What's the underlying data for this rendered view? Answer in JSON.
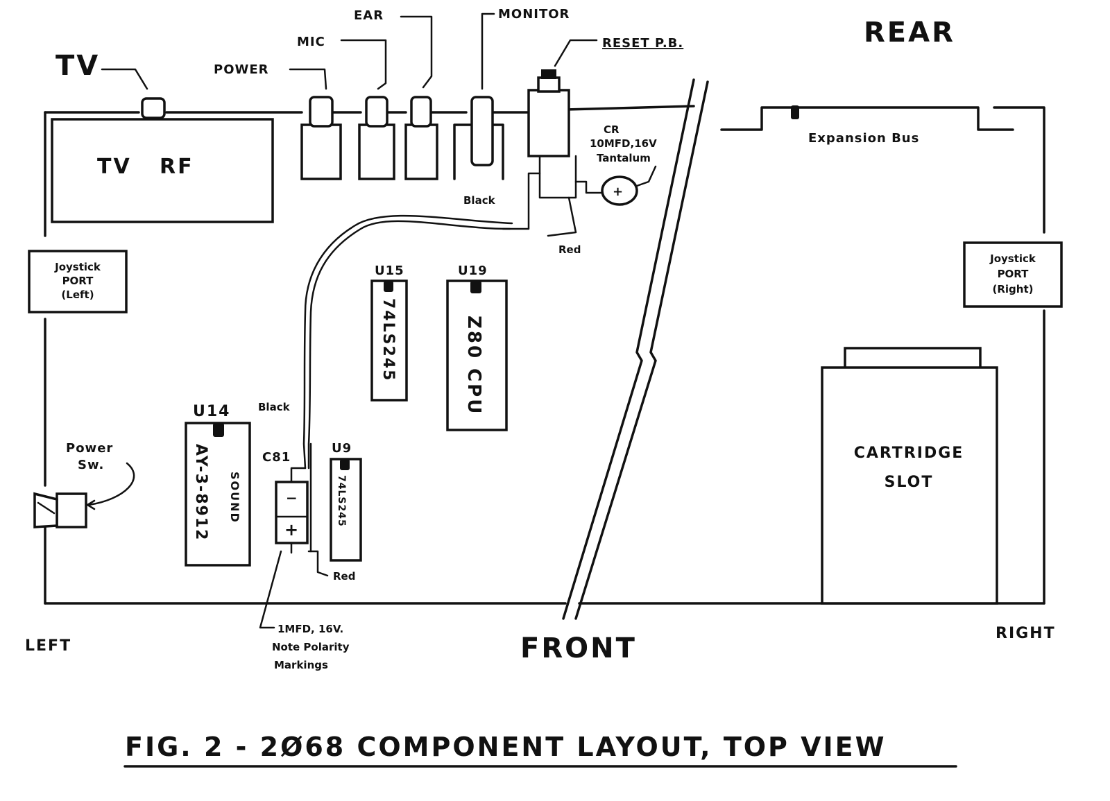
{
  "caption": "FIG. 2 - 2Ø68 COMPONENT LAYOUT, TOP VIEW",
  "orientation": {
    "rear": "REAR",
    "front": "FRONT",
    "left": "LEFT",
    "right": "RIGHT"
  },
  "connectors": {
    "tv": "TV",
    "power": "POWER",
    "mic": "MIC",
    "ear": "EAR",
    "monitor": "MONITOR",
    "reset": "RESET P.B."
  },
  "components": {
    "tv_rf": "TV   RF",
    "expansion_bus": "Expansion Bus",
    "joystick_left": [
      "Joystick",
      "PORT",
      "(Left)"
    ],
    "joystick_right": [
      "Joystick",
      "PORT",
      "(Right)"
    ],
    "cartridge_slot": [
      "CARTRIDGE",
      "SLOT"
    ],
    "power_switch": [
      "Power",
      "Sw."
    ],
    "u15": {
      "ref": "U15",
      "part": "74LS245"
    },
    "u19": {
      "ref": "U19",
      "part": "Z80 CPU"
    },
    "u14": {
      "ref": "U14",
      "part": "AY-3-8912",
      "function": "SOUND"
    },
    "u9": {
      "ref": "U9",
      "part": "74LS245"
    },
    "c81": "C81"
  },
  "annotations": {
    "cr_cap": [
      "CR",
      "10MFD,16V",
      "Tantalum"
    ],
    "black_top": "Black",
    "red_top": "Red",
    "black_bottom": "Black",
    "red_bottom": "Red",
    "c81_minus": "−",
    "c81_plus": "+",
    "cap_plus": "+",
    "cap_note": [
      "1MFD, 16V.",
      "Note Polarity",
      "Markings"
    ]
  }
}
